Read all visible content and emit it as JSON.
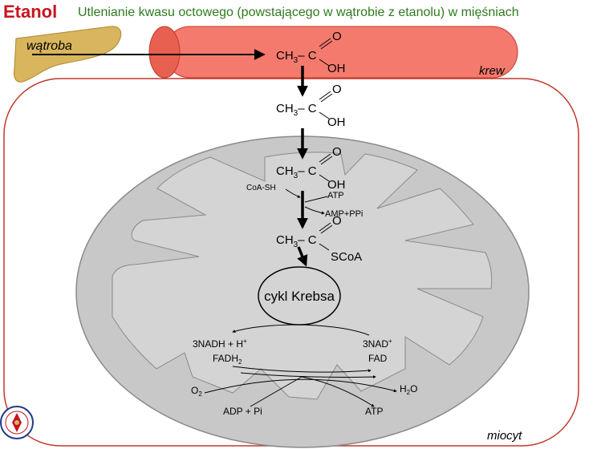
{
  "header": {
    "title": "Etanol",
    "subtitle": "Utlenianie kwasu octowego (powstającego w wątrobie z etanolu) w mięśniach"
  },
  "labels": {
    "liver": "wątroba",
    "blood": "krew",
    "myocyte": "miocyt",
    "krebs": "cykl Krebsa"
  },
  "molecules": {
    "ch3": "CH",
    "ch3_sub": "3",
    "c_bond": "– C",
    "o": "O",
    "oh": "OH",
    "scoa": "SCoA"
  },
  "reactions": {
    "coash": "CoA-SH",
    "atp_in": "ATP",
    "amp": "AMP+PPi",
    "nadh": "3NADH + H",
    "nadh_sup": "+",
    "fadh": "FADH",
    "fadh_sub": "2",
    "nad": "3NAD",
    "nad_sup": "+",
    "fad": "FAD",
    "o2": "O",
    "o2_sub": "2",
    "h2o_h": "H",
    "h2o_sub": "2",
    "h2o_o": "O",
    "adp": "ADP + Pi",
    "atp_out": "ATP"
  },
  "colors": {
    "title": "#c8141e",
    "subtitle": "#2f7a1f",
    "vessel": "#f47a6e",
    "vessel_dark": "#c0392b",
    "liver": "#d9b55e",
    "cell_border": "#c0392b",
    "mito": "#c8c8c8"
  }
}
